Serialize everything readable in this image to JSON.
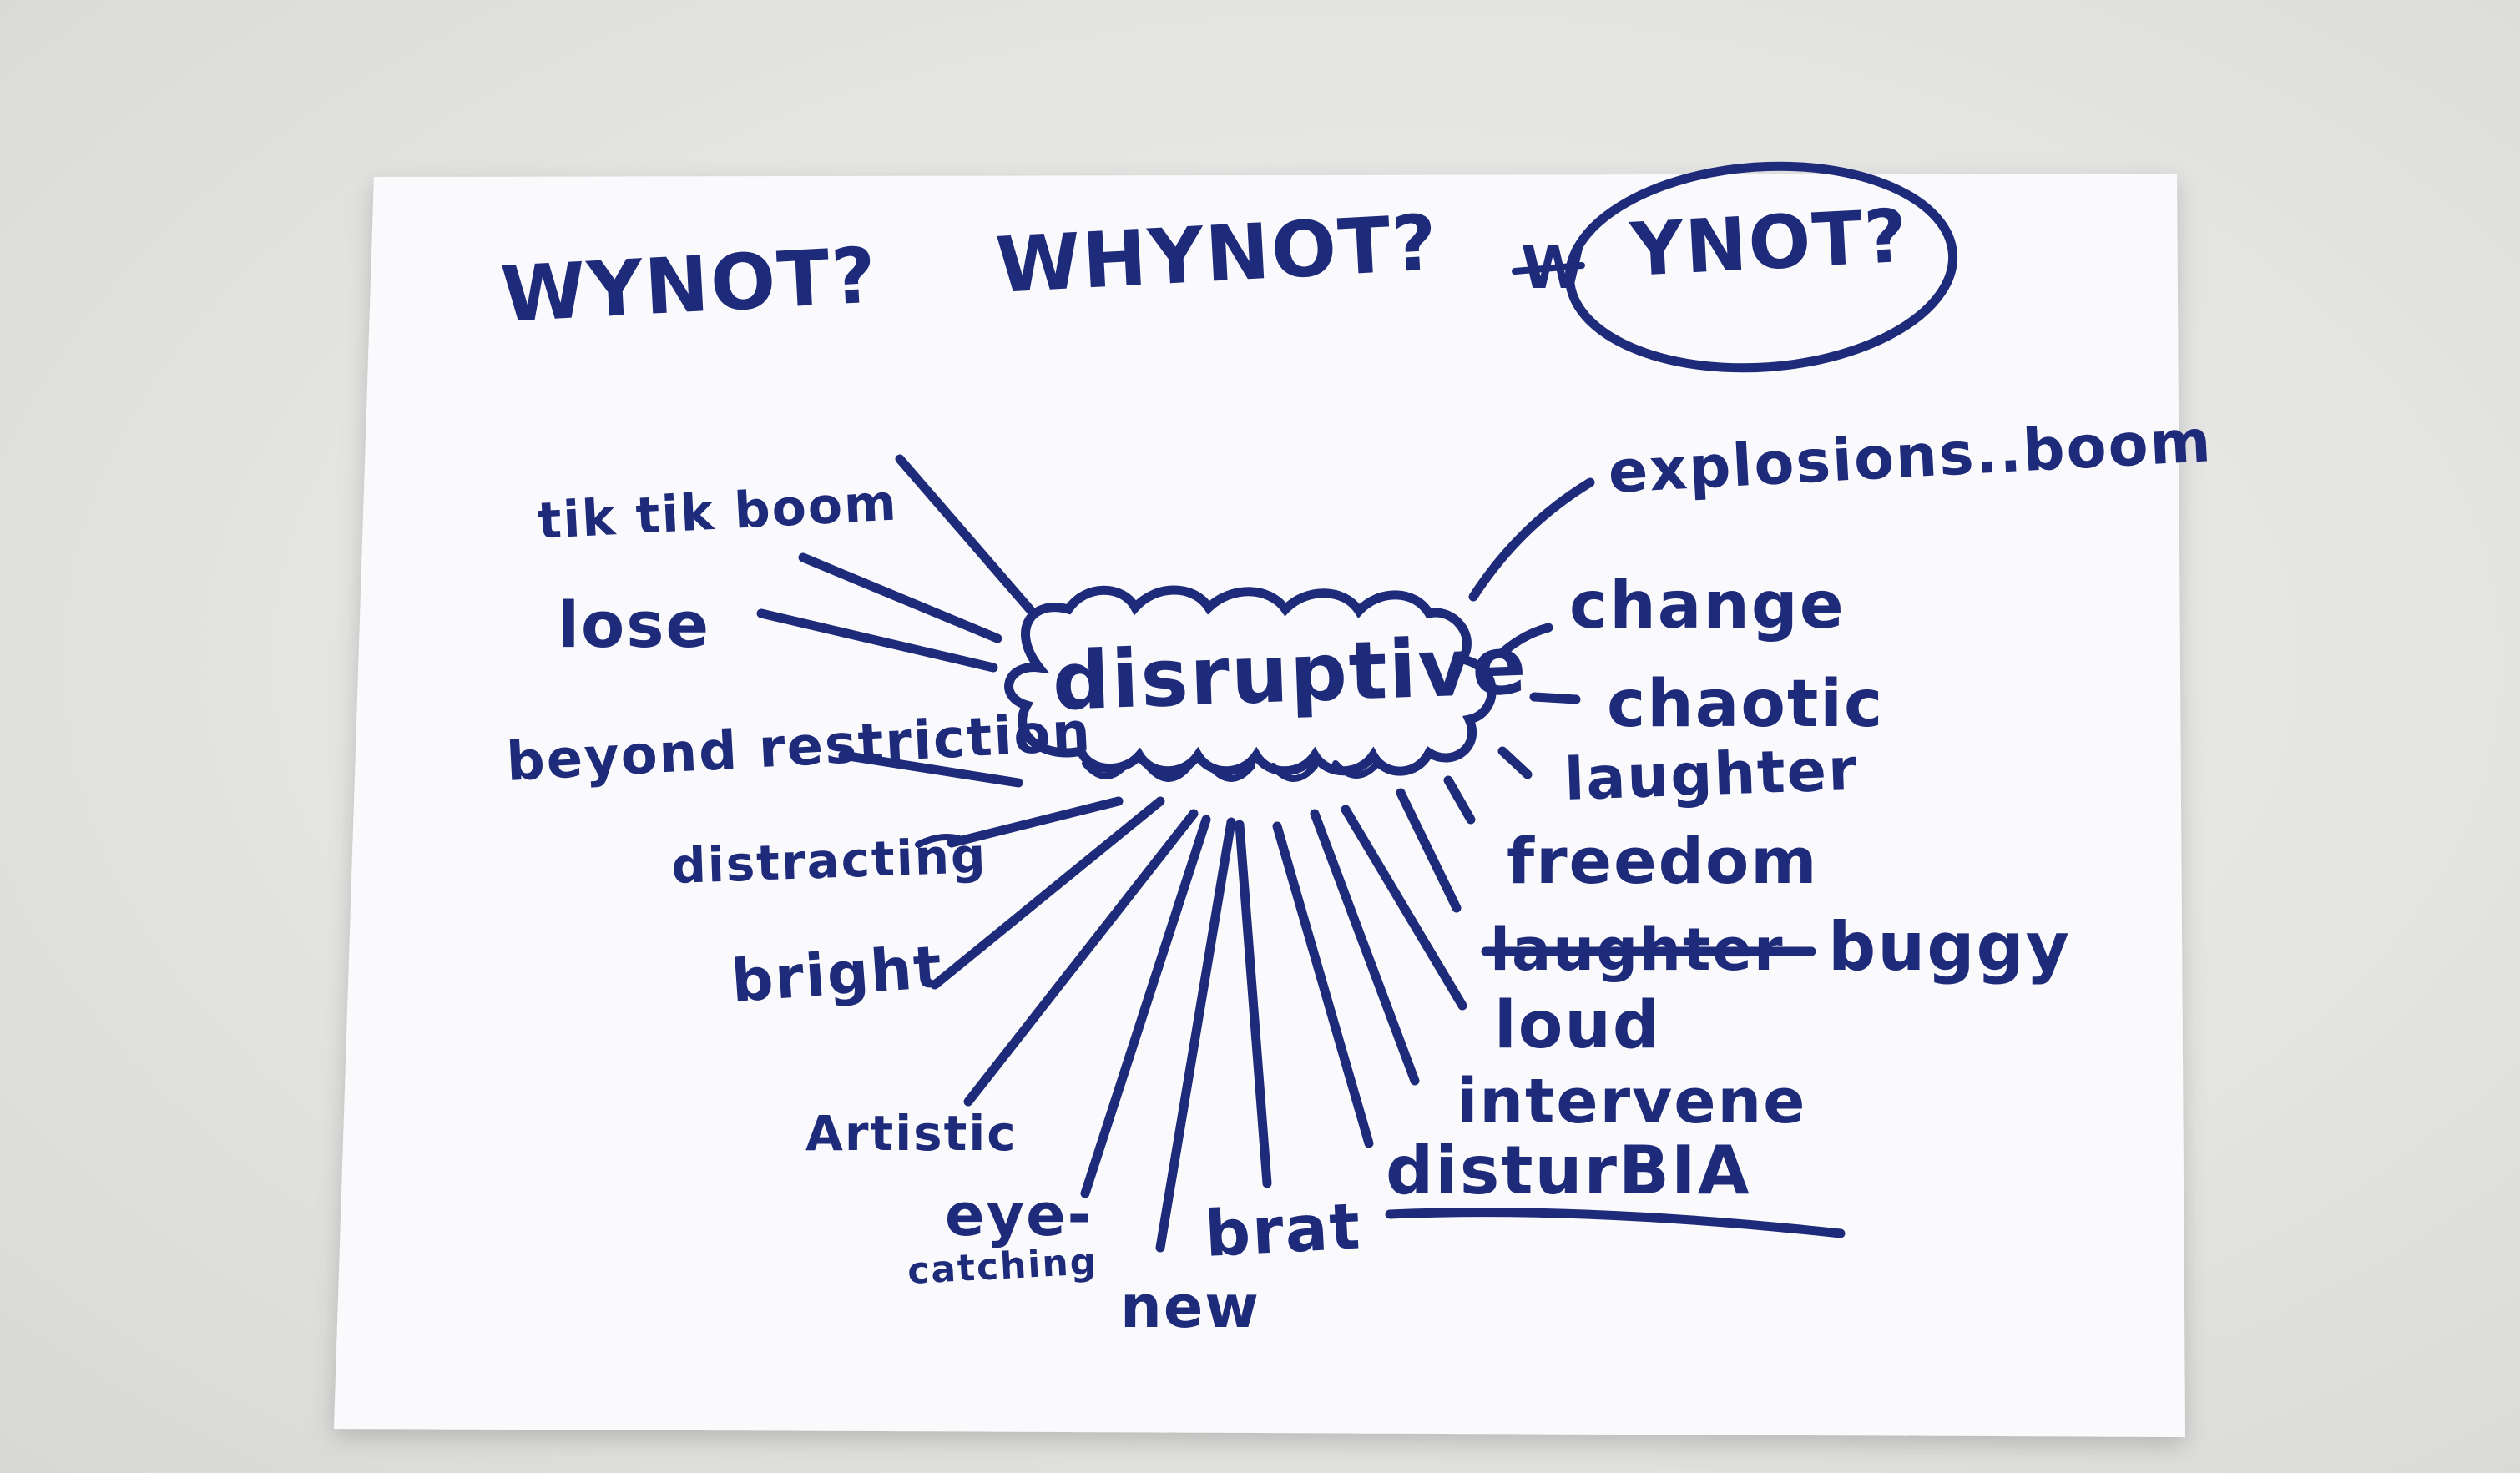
{
  "title_variants": {
    "first": "WYNOT?",
    "second": "WHYNOT?",
    "crossed_mark": "W",
    "circled": "YNOT?"
  },
  "center_word": "disruptive",
  "words": {
    "tik_tik_boom": "tik tik boom",
    "lose": "lose",
    "beyond_restriction": "beyond restriction",
    "distracting": "distracting",
    "bright": "bright",
    "artistic": "Artistic",
    "eye": "eye-",
    "catching": "catching",
    "new": "new",
    "brat": "brat",
    "disturbia": "disturBIA",
    "intervene": "intervene",
    "loud": "loud",
    "laughter_crossed": "laughter",
    "buggy": "buggy",
    "freedom": "freedom",
    "laughter": "laughter",
    "chaotic": "chaotic",
    "change": "change",
    "explosions": "explosions..boom"
  },
  "colors": {
    "ink": "#1e2a7a",
    "paper": "#fafafc",
    "background": "#e6e6e4"
  }
}
